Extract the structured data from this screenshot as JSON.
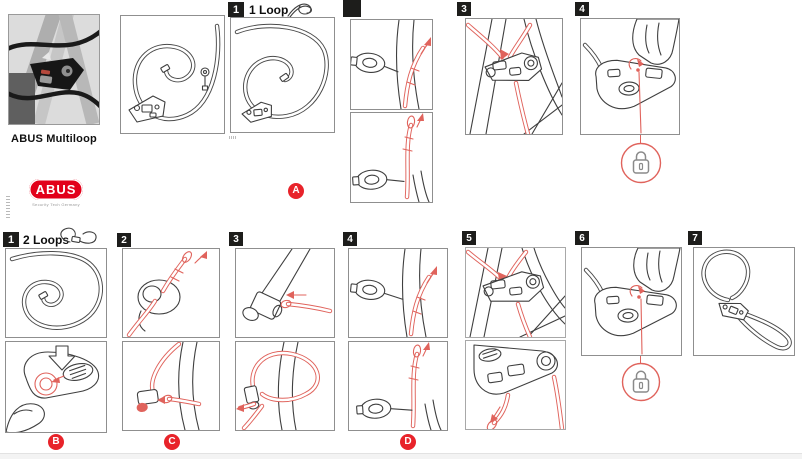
{
  "branding": {
    "photo_caption": "ABUS Multiloop",
    "logo_text": "ABUS",
    "logo_tagline": "Security Tech Germany"
  },
  "colors": {
    "accent_red": "#e8232a",
    "logo_red": "#e2001a",
    "drawing_red": "#e0635c",
    "step_box_black": "#1d1d1b"
  },
  "icons": {
    "one_loop_icon": "single-loop-cable",
    "two_loops_icon": "double-loop-cable",
    "padlock_icon": "padlock-locked"
  },
  "one_loop_section": {
    "number": "1",
    "label": "1 Loop",
    "steps": {
      "step2": "",
      "step3": "3",
      "step4": "4"
    },
    "result_marker": "A"
  },
  "two_loops_section": {
    "number": "1",
    "label": "2 Loops",
    "steps": {
      "step2": "2",
      "step3": "3",
      "step4": "4",
      "step5": "5",
      "step6": "6",
      "step7": "7"
    },
    "markers": {
      "b": "B",
      "c": "C",
      "d": "D"
    }
  }
}
